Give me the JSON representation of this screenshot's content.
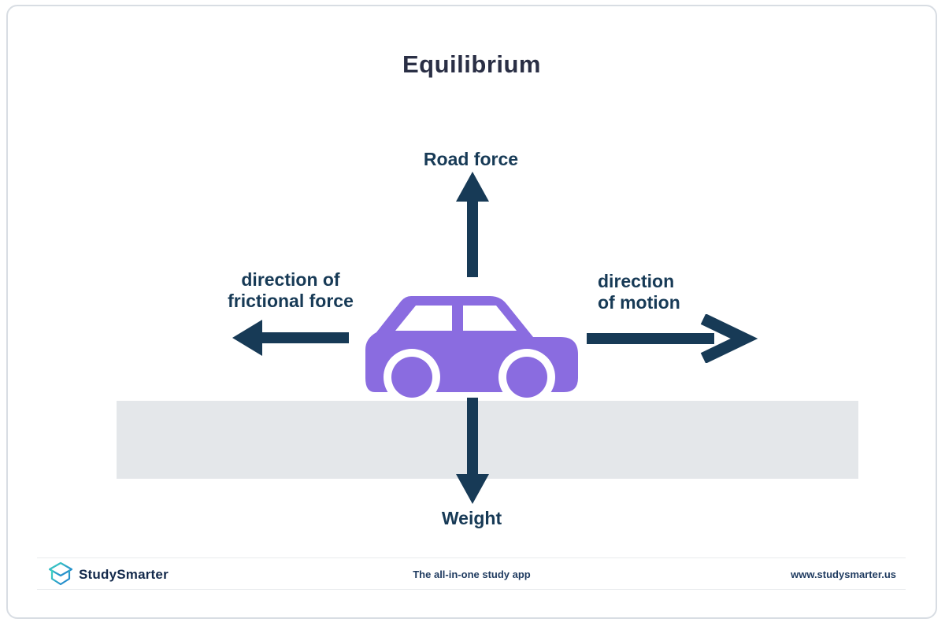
{
  "title": "Equilibrium",
  "diagram": {
    "labels": {
      "up": "Road force",
      "down": "Weight",
      "left_line1": "direction of",
      "left_line2": "frictional force",
      "right_line1": "direction",
      "right_line2": "of motion"
    },
    "colors": {
      "title": "#2a2f45",
      "label": "#173a56",
      "arrow": "#173a56",
      "car": "#8a6ce0",
      "road": "#e4e7ea",
      "logo_teal": "#3ed6c0",
      "logo_blue": "#1f7ad0"
    },
    "icons": {
      "car": "car-side-icon",
      "up_arrow": "arrow-up-icon",
      "down_arrow": "arrow-down-icon",
      "left_arrow": "arrow-left-icon",
      "right_arrow": "arrow-right-icon"
    }
  },
  "footer": {
    "brand": "StudySmarter",
    "tagline": "The all-in-one study app",
    "website": "www.studysmarter.us",
    "logo_icon": "studysmarter-box-icon"
  }
}
